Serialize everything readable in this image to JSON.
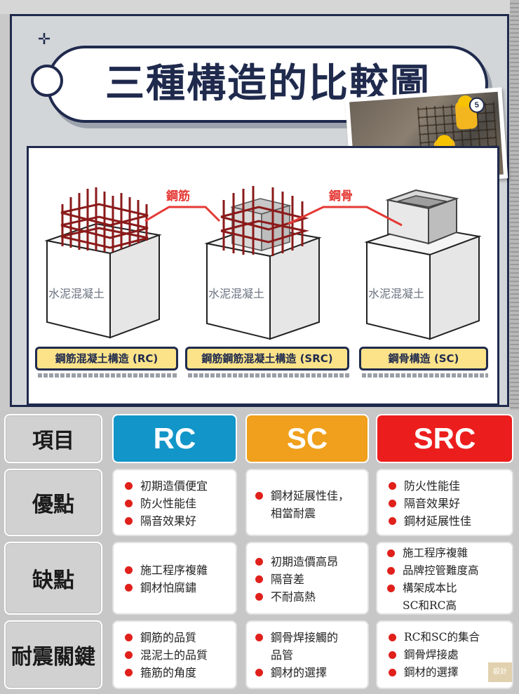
{
  "title": "三種構造的比較圖",
  "labels": {
    "rebar": "鋼筋",
    "steel": "鋼骨",
    "concrete": "水泥混凝土"
  },
  "photo": {
    "badge": "5"
  },
  "types": [
    {
      "label": "鋼筋混凝土構造 (RC)"
    },
    {
      "label": "鋼筋鋼筋混凝土構造 (SRC)"
    },
    {
      "label": "鋼骨構造 (SC)"
    }
  ],
  "table": {
    "header_label": "項目",
    "columns": [
      {
        "name": "RC",
        "color": "#1295c8"
      },
      {
        "name": "SC",
        "color": "#f0a01c"
      },
      {
        "name": "SRC",
        "color": "#ec1d1d"
      }
    ],
    "rows": [
      {
        "label": "優點",
        "cells": [
          [
            "初期造價便宜",
            "防火性能佳",
            "隔音效果好"
          ],
          [
            "鋼材延展性佳，",
            "相當耐震"
          ],
          [
            "防火性能佳",
            "隔音效果好",
            "鋼材延展性佳"
          ]
        ]
      },
      {
        "label": "缺點",
        "cells": [
          [
            "施工程序複雜",
            "鋼材怕腐鏽"
          ],
          [
            "初期造價高昂",
            "隔音差",
            "不耐高熱"
          ],
          [
            "施工程序複雜",
            "品牌控管難度高",
            "構架成本比",
            "SC和RC高"
          ]
        ]
      },
      {
        "label": "耐震關鍵",
        "cells": [
          [
            "鋼筋的品質",
            "混泥土的品質",
            "箍筋的角度"
          ],
          [
            "鋼骨焊接觸的",
            "品管",
            "鋼材的選擇"
          ],
          [
            "RC和SC的集合",
            "鋼骨焊接處",
            "鋼材的選擇"
          ]
        ]
      }
    ]
  },
  "watermark": "設計"
}
